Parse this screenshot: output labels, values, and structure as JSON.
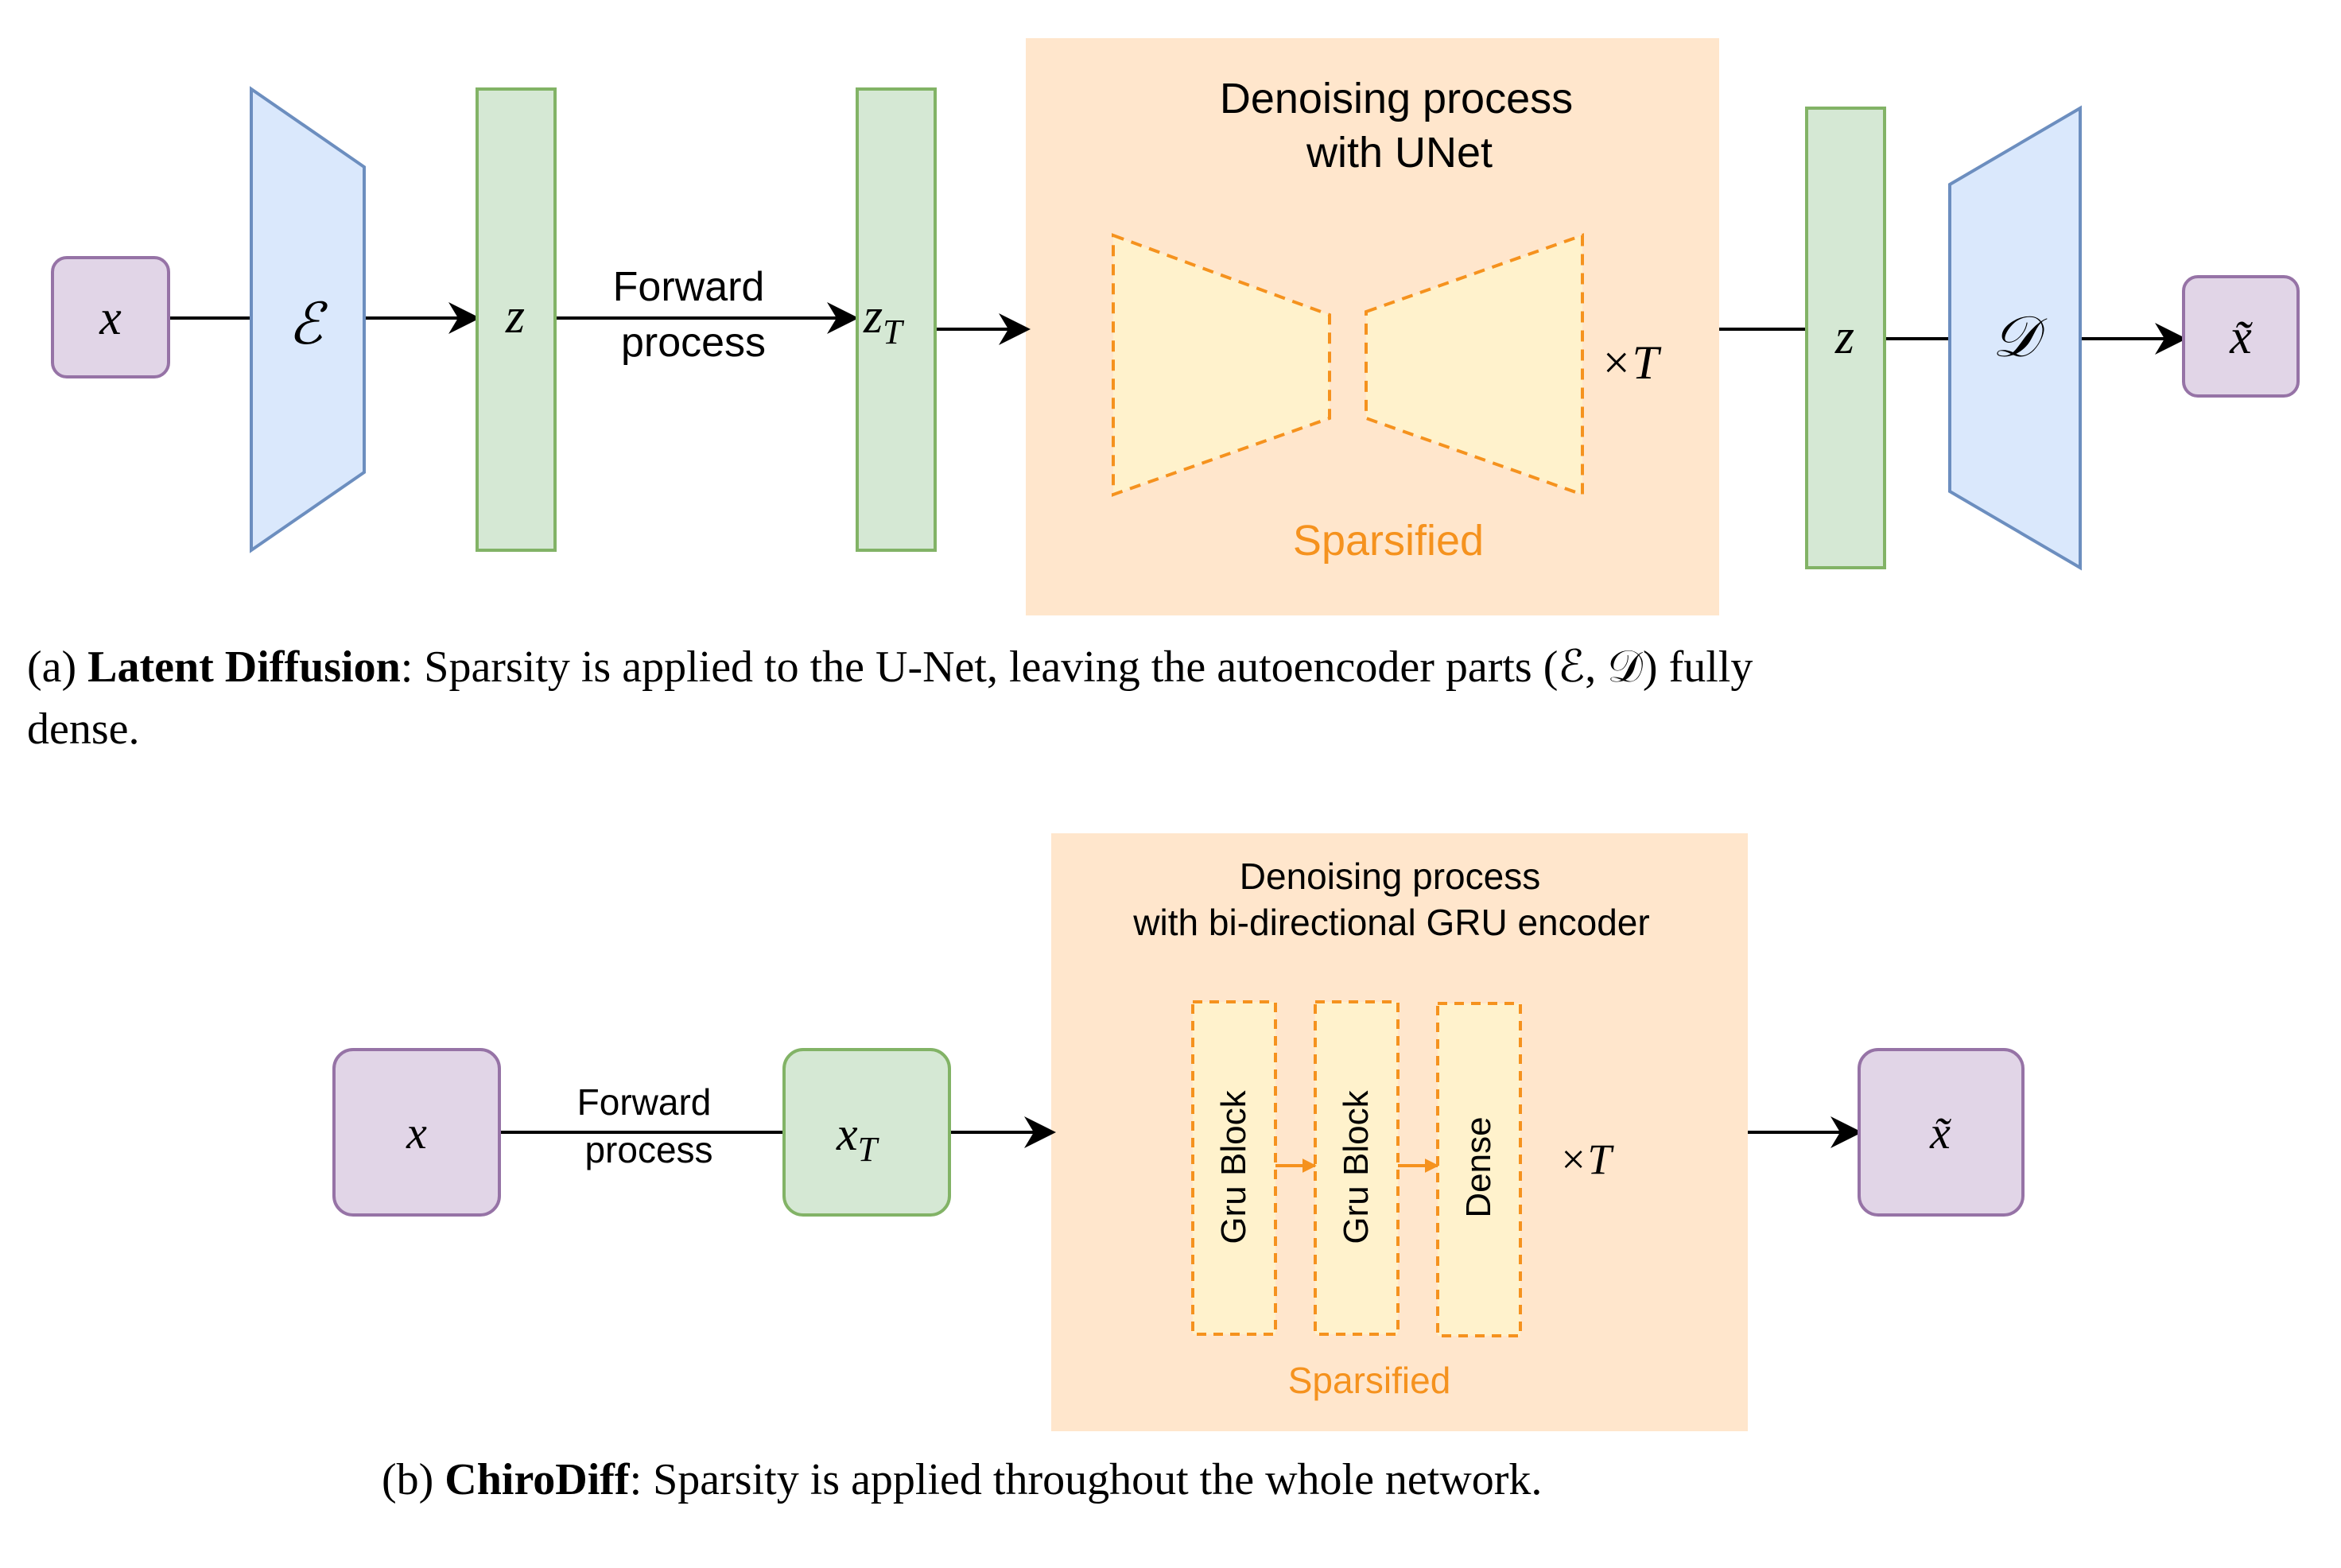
{
  "panel_a": {
    "input": "x",
    "encoder": "ℰ",
    "latent": "z",
    "forward": [
      "Forward",
      "process"
    ],
    "zT_base": "z",
    "zT_sub": "T",
    "denoise_title": [
      "Denoising process",
      "with UNet"
    ],
    "times": "×T",
    "sparsified": "Sparsified",
    "latent_out": "z",
    "decoder": "𝒟",
    "output": "x̃",
    "caption": {
      "label": "(a) ",
      "bold": "Latent Diffusion",
      "text_line1": ": Sparsity is applied to the U-Net, leaving the autoencoder parts (ℰ, 𝒟) fully",
      "text_line2": "dense."
    }
  },
  "panel_b": {
    "input": "x",
    "forward": [
      "Forward",
      "process"
    ],
    "xT_base": "x",
    "xT_sub": "T",
    "denoise_title": [
      "Denoising process",
      "with bi-directional GRU encoder"
    ],
    "blocks": [
      "Gru Block",
      "Gru Block",
      "Dense"
    ],
    "times": "×T",
    "sparsified": "Sparsified",
    "output": "x̃",
    "caption": {
      "label": "(b) ",
      "bold": "ChiroDiff",
      "text": ": Sparsity is applied throughout the whole network."
    }
  },
  "colors": {
    "purple_fill": "#e1d5e7",
    "purple_stroke": "#9673a6",
    "blue_fill": "#dae8fc",
    "blue_stroke": "#6c8ebf",
    "green_fill": "#d5e8d4",
    "green_stroke": "#82b366",
    "peach_fill": "#ffe6cc",
    "yellow_fill": "#fff2cc",
    "orange": "#f5921e"
  }
}
